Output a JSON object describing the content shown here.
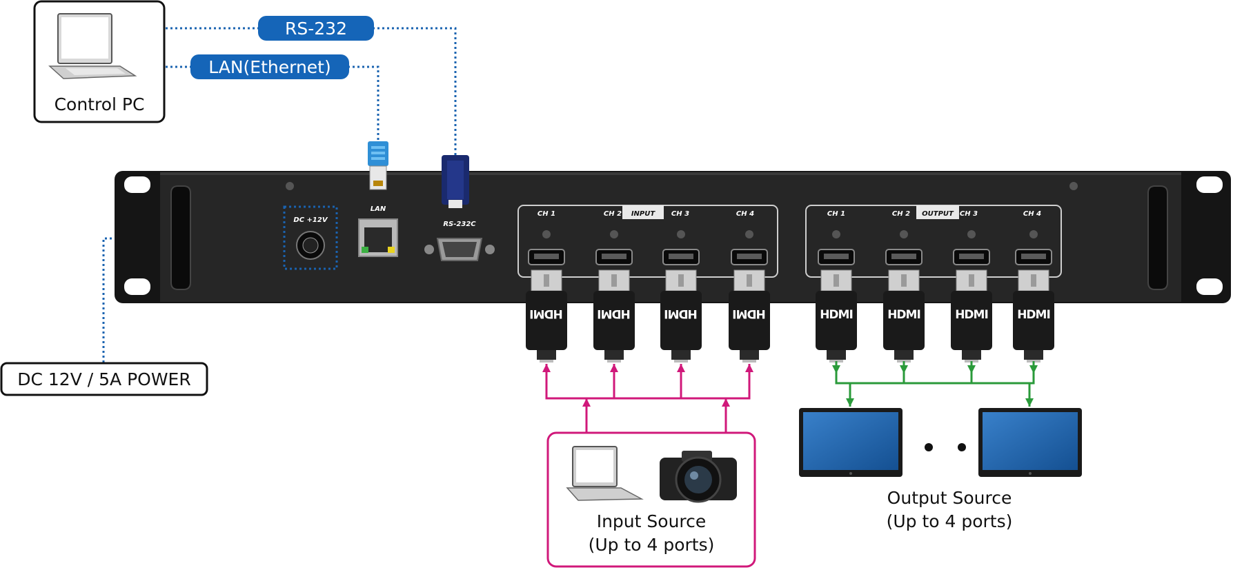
{
  "labels": {
    "control_pc": "Control PC",
    "rs232": "RS-232",
    "lan_ethernet": "LAN(Ethernet)",
    "dc_power": "DC 12V / 5A POWER",
    "input_source_line1": "Input Source",
    "input_source_line2": "(Up to 4 ports)",
    "output_source_line1": "Output Source",
    "output_source_line2": "(Up to 4 ports)"
  },
  "panel": {
    "dc_label": "DC +12V",
    "lan_label": "LAN",
    "rs232c_label": "RS-232C",
    "input_header": "INPUT",
    "output_header": "OUTPUT",
    "input_channels": [
      "CH 1",
      "CH 2",
      "CH 3",
      "CH 4"
    ],
    "output_channels": [
      "CH 1",
      "CH 2",
      "CH 3",
      "CH 4"
    ],
    "hdmi_text": "HDMI"
  },
  "colors": {
    "pill_blue": "#1565b8",
    "link_blue": "#1a63b0",
    "input_magenta": "#d0187a",
    "output_green": "#2a9a3a",
    "device_black": "#1a1a1a"
  }
}
